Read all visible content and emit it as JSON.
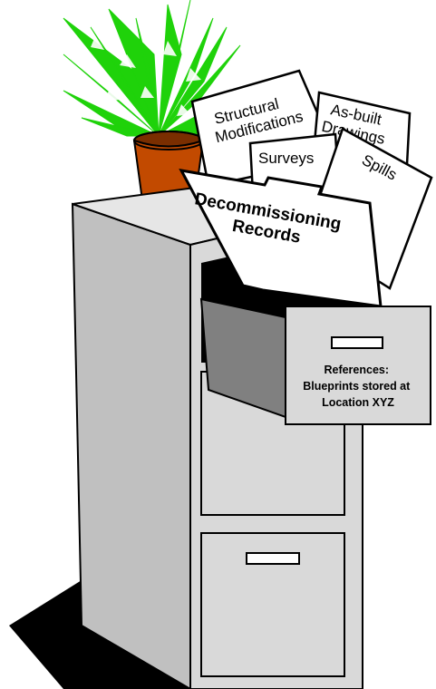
{
  "folders": {
    "structural": [
      "Structural",
      "Modifications"
    ],
    "asbuilt": [
      "As-built",
      "Drawings"
    ],
    "surveys": "Surveys",
    "spills": "Spills",
    "decommissioning": [
      "Decommissioning",
      "Records"
    ]
  },
  "drawer_tag": {
    "line1": "References:",
    "line2": "Blueprints stored at",
    "line3": "Location XYZ"
  },
  "colors": {
    "plant_green": "#1fd20a",
    "pot": "#c24a00",
    "cabinet_face": "#d9d9d9",
    "cabinet_side": "#c0c0c0",
    "cabinet_top": "#e6e6e6",
    "shadow": "#000000",
    "paper": "#ffffff"
  }
}
